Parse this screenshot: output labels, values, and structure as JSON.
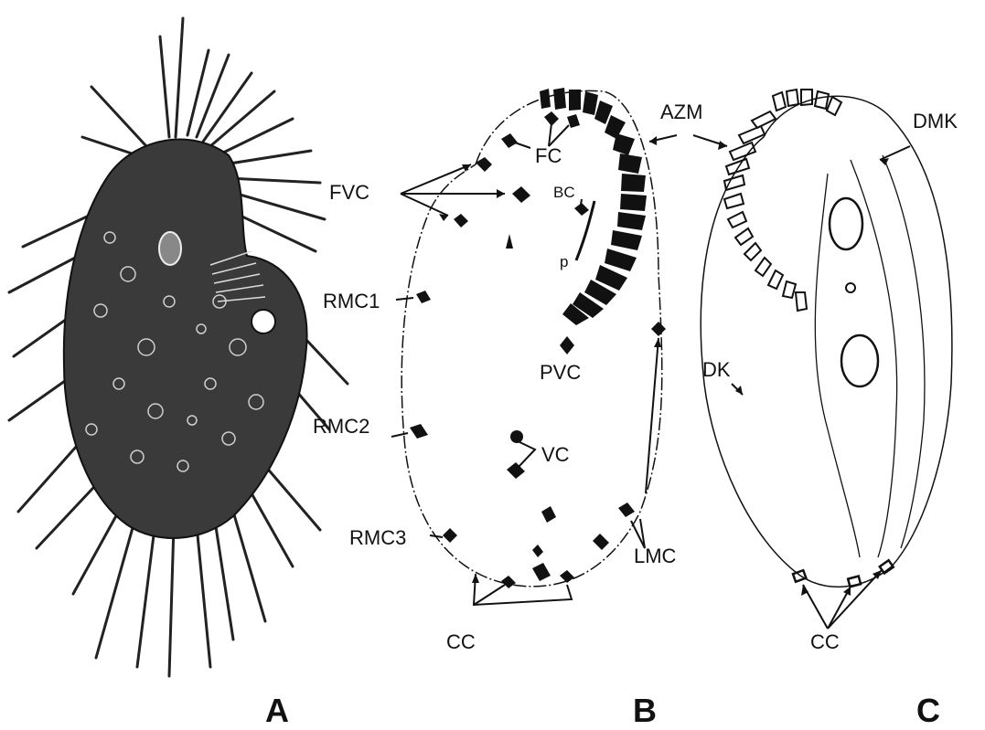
{
  "panels": {
    "a": "A",
    "b": "B",
    "c": "C"
  },
  "labels": {
    "fvc": "FVC",
    "fc": "FC",
    "bc": "BC",
    "p": "p",
    "azm": "AZM",
    "dmk": "DMK",
    "rmc1": "RMC1",
    "rmc2": "RMC2",
    "rmc3": "RMC3",
    "pvc": "PVC",
    "vc": "VC",
    "lmc": "LMC",
    "cc_b": "CC",
    "dk": "DK",
    "cc_c": "CC"
  },
  "colors": {
    "ink": "#111111",
    "body_shade": "#3a3a3a",
    "background": "#ffffff"
  }
}
